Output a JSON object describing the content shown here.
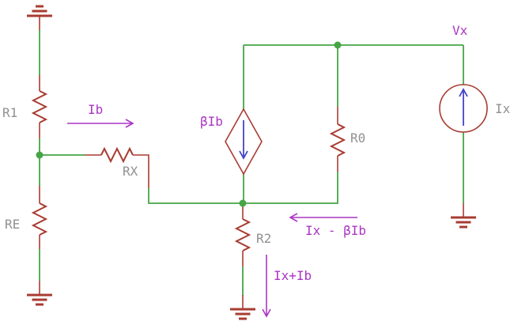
{
  "diagram_type": "circuit-schematic",
  "components": {
    "r1": {
      "label": "R1",
      "type": "resistor"
    },
    "re": {
      "label": "RE",
      "type": "resistor"
    },
    "rx": {
      "label": "RX",
      "type": "resistor"
    },
    "r0": {
      "label": "R0",
      "type": "resistor"
    },
    "r2": {
      "label": "R2",
      "type": "resistor"
    },
    "dependent_current_source": {
      "label": "βIb",
      "type": "diamond-current-source",
      "arrow_direction": "down"
    },
    "independent_current_source": {
      "label": "Ix",
      "type": "circle-current-source",
      "arrow_direction": "up"
    }
  },
  "annotations": {
    "ib": "Ib",
    "vx": "Vx",
    "ix_minus_bib": "Ix - βIb",
    "ix_plus_ib": "Ix+Ib"
  },
  "colors": {
    "wire_green": "#46a546",
    "component_red": "#a83c32",
    "label_gray": "#909090",
    "annotation_magenta": "#ab35c4",
    "source_arrow_blue": "#4343c8",
    "background": "#ffffff"
  }
}
